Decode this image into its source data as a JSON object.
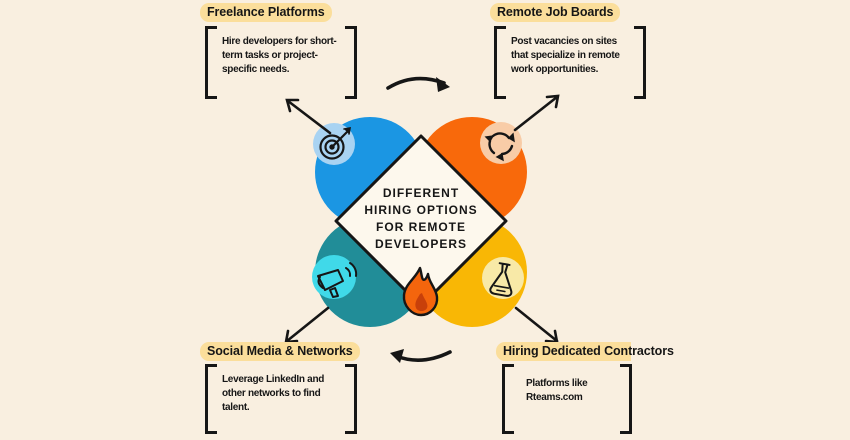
{
  "page": {
    "background": "#F9EFE0",
    "highlight_color": "#FBDE9B",
    "outline_color": "#161616"
  },
  "center": {
    "title_lines": [
      "Different",
      "Hiring Options",
      "for Remote",
      "Developers"
    ],
    "diamond_fill": "#FDF8ED",
    "flame_icon": "flame-icon",
    "flame_color": "#F4650D"
  },
  "sections": [
    {
      "id": "freelance-platforms",
      "label": "Freelance Platforms",
      "desc_lines": [
        "Hire developers for short-",
        "term tasks or project-",
        "specific needs."
      ],
      "icon": "target-dart-icon",
      "circle_color": "#1B96E3",
      "icon_bg": "#A9D3F2"
    },
    {
      "id": "remote-job-boards",
      "label": "Remote Job Boards",
      "desc_lines": [
        "Post vacancies on sites",
        "that specialize in remote",
        "work opportunities."
      ],
      "icon": "recycle-arrows-icon",
      "circle_color": "#F8690B",
      "icon_bg": "#F8CCA7"
    },
    {
      "id": "social-media-networks",
      "label": "Social Media & Networks",
      "desc_lines": [
        "Leverage LinkedIn and",
        "other networks to find",
        "talent."
      ],
      "icon": "megaphone-icon",
      "circle_color": "#218D98",
      "icon_bg": "#40D9E9"
    },
    {
      "id": "hiring-dedicated-contractors",
      "label": "Hiring Dedicated Contractors",
      "desc_lines": [
        "Platforms like",
        "Rteams.com"
      ],
      "icon": "flask-icon",
      "circle_color": "#F9B705",
      "icon_bg": "#F8E9A7"
    }
  ]
}
